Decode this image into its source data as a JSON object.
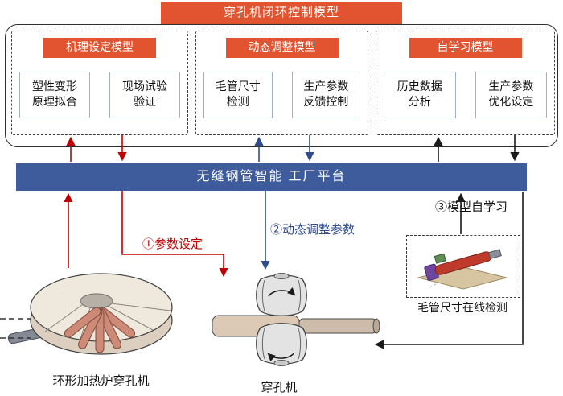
{
  "banner": "穿孔机闭环控制模型",
  "platform": "无缝钢管智能 工厂平台",
  "groups": [
    {
      "header": "机理设定模型",
      "boxes": [
        {
          "line1": "塑性变形",
          "line2": "原理拟合"
        },
        {
          "line1": "现场试验",
          "line2": "验证"
        }
      ]
    },
    {
      "header": "动态调整模型",
      "boxes": [
        {
          "line1": "毛管尺寸",
          "line2": "检测"
        },
        {
          "line1": "生产参数",
          "line2": "反馈控制"
        }
      ]
    },
    {
      "header": "自学习模型",
      "boxes": [
        {
          "line1": "历史数据",
          "line2": "分析"
        },
        {
          "line1": "生产参数",
          "line2": "优化设定"
        }
      ]
    }
  ],
  "flows": {
    "one": "①参数设定",
    "two": "②动态调整参数",
    "three": "③模型自学习"
  },
  "equipment": {
    "furnace": "环形加热炉穿孔机",
    "piercer": "穿孔机",
    "gauge": "毛管尺寸在线检测"
  },
  "colors": {
    "accent_orange": "#e2542f",
    "platform_blue": "#3e5c9c",
    "red_arrow": "#c00000",
    "blue_arrow": "#2e4b8f",
    "black_arrow": "#1a1a1a"
  }
}
